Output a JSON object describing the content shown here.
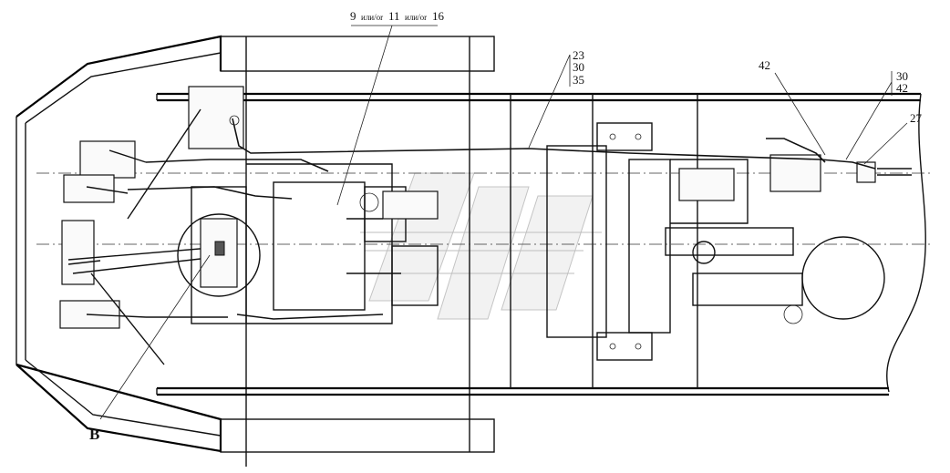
{
  "callouts": {
    "top_label": {
      "n1": "9",
      "sep1": "или/or",
      "n2": "11",
      "sep2": "или/or",
      "n3": "16"
    },
    "group_a": [
      "23",
      "30",
      "35"
    ],
    "label_42": "42",
    "group_b": [
      "30",
      "42"
    ],
    "label_27": "27",
    "view_b": "B"
  }
}
